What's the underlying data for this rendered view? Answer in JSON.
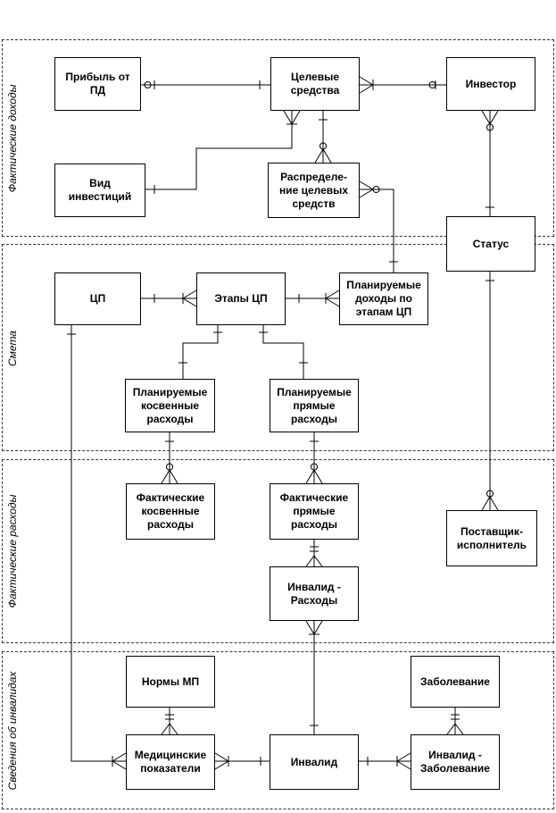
{
  "sections": {
    "actual_income": "Фактические доходы",
    "estimate": "Смета",
    "actual_expenses": "Фактические расходы",
    "disabled_info": "Сведения об инвалидах"
  },
  "entities": {
    "profit": "Прибыль от\nПД",
    "target_funds": "Целевые\nсредства",
    "investor": "Инвестор",
    "investment_type": "Вид\nинвестиций",
    "distribution": "Распределе-\nние целевых\nсредств",
    "status": "Статус",
    "tp": "ЦП",
    "tp_stages": "Этапы ЦП",
    "planned_income": "Планируемые\nдоходы по\nэтапам ЦП",
    "planned_indirect": "Планируемые\nкосвенные\nрасходы",
    "planned_direct": "Планируемые\nпрямые\nрасходы",
    "actual_indirect": "Фактические\nкосвенные\nрасходы",
    "actual_direct": "Фактические\nпрямые\nрасходы",
    "supplier": "Поставщик-\nисполнитель",
    "disabled_expenses": "Инвалид -\nРасходы",
    "med_norms": "Нормы МП",
    "disease": "Заболевание",
    "med_indicators": "Медицинские\nпоказатели",
    "disabled": "Инвалид",
    "disabled_disease": "Инвалид -\nЗаболевание"
  }
}
